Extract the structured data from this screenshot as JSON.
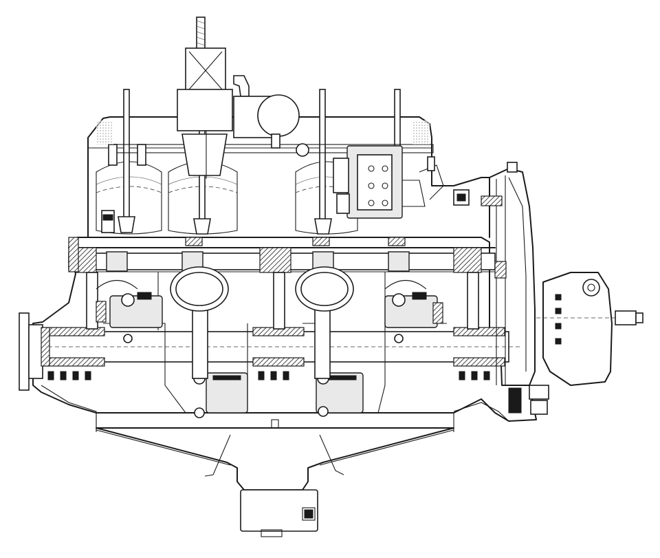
{
  "drawing": {
    "subject": "engine-sectional-drawing",
    "cylinders": [
      "cylinder-1",
      "cylinder-2",
      "cylinder-3",
      "cylinder-4"
    ],
    "colors": {
      "ink": "#1a1a1a",
      "paper": "#ffffff",
      "shade": "#e9e9e9"
    }
  }
}
